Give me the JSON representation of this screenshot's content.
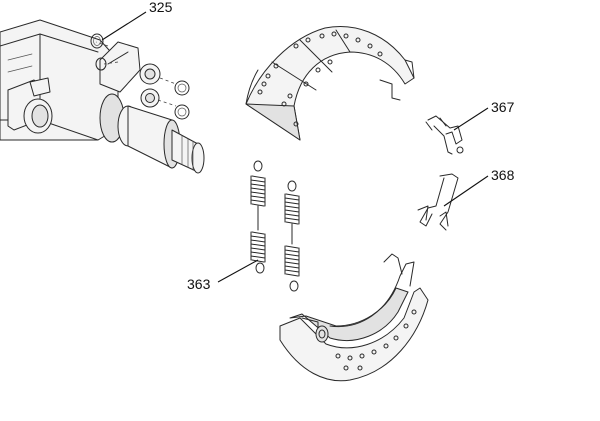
{
  "diagram": {
    "callouts": [
      {
        "id": "325",
        "text": "325"
      },
      {
        "id": "367",
        "text": "367"
      },
      {
        "id": "368",
        "text": "368"
      },
      {
        "id": "363",
        "text": "363"
      }
    ]
  }
}
